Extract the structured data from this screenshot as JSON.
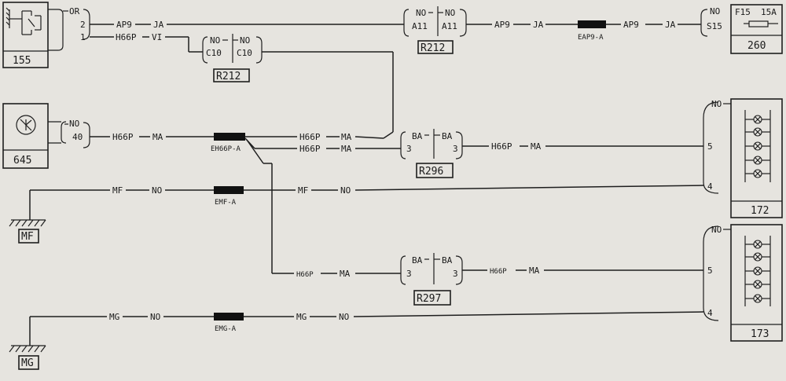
{
  "components": {
    "c155": "155",
    "c645": "645",
    "c260": "260",
    "c172": "172",
    "c173": "173"
  },
  "grounds": {
    "mf": "MF",
    "mg": "MG"
  },
  "connectors": {
    "r212_top": "R212",
    "r212_mid": "R212",
    "r296": "R296",
    "r297": "R297"
  },
  "pins": {
    "c155_or": "OR",
    "c155_p2": "2",
    "c155_p1": "1",
    "r212a_no_l": "NO",
    "r212a_no_r": "NO",
    "r212a_a11_l": "A11",
    "r212a_a11_r": "A11",
    "r212b_no_l": "NO",
    "r212b_no_r": "NO",
    "r212b_c10_l": "C10",
    "r212b_c10_r": "C10",
    "c260_no": "NO",
    "c260_s15": "S15",
    "c260_fuse": "F15",
    "c260_amp": "15A",
    "c645_no": "NO",
    "c645_p40": "40",
    "r296_ba_l": "BA",
    "r296_ba_r": "BA",
    "r296_p3_l": "3",
    "r296_p3_r": "3",
    "r297_ba_l": "BA",
    "r297_ba_r": "BA",
    "r297_p3_l": "3",
    "r297_p3_r": "3",
    "c172_no": "NO",
    "c172_p5": "5",
    "c172_p4": "4",
    "c173_no": "NO",
    "c173_p5": "5",
    "c173_p4": "4"
  },
  "wires": {
    "ap9_1": "AP9",
    "ja_1": "JA",
    "ap9_2": "AP9",
    "ja_2": "JA",
    "ap9_3": "AP9",
    "ja_3": "JA",
    "h66p_vi": "H66P",
    "vi": "VI",
    "h66p_1": "H66P",
    "ma_1": "MA",
    "h66p_2": "H66P",
    "ma_2": "MA",
    "h66p_3": "H66P",
    "ma_3": "MA",
    "h66p_4": "H66P",
    "ma_4": "MA",
    "h66p_5": "H66P",
    "ma_5": "MA",
    "h66p_6": "H66P",
    "ma_6": "MA",
    "mf_1": "MF",
    "no_mf1": "NO",
    "mf_2": "MF",
    "no_mf2": "NO",
    "mg_1": "MG",
    "no_mg1": "NO",
    "mg_2": "MG",
    "no_mg2": "NO"
  },
  "splices": {
    "eap9a": "EAP9-A",
    "eh66pa": "EH66P-A",
    "emfa": "EMF-A",
    "emga": "EMG-A"
  },
  "colors": {
    "paper": "#e6e4df",
    "ink": "#1e1e1e"
  }
}
